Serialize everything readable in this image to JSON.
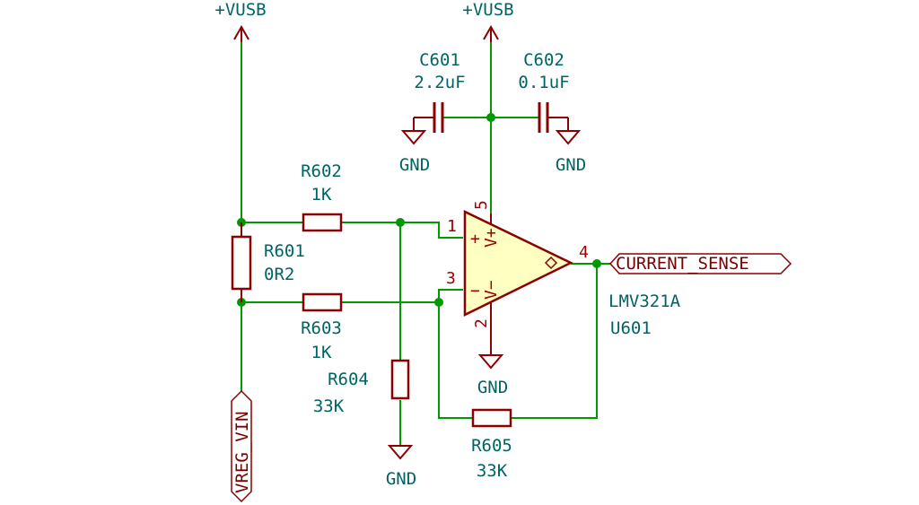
{
  "power": {
    "vusb_left": "+VUSB",
    "vusb_top": "+VUSB",
    "gnd_c601": "GND",
    "gnd_c602": "GND",
    "gnd_u601": "GND",
    "gnd_r604": "GND"
  },
  "components": {
    "c601": {
      "ref": "C601",
      "value": "2.2uF"
    },
    "c602": {
      "ref": "C602",
      "value": "0.1uF"
    },
    "r601": {
      "ref": "R601",
      "value": "0R2"
    },
    "r602": {
      "ref": "R602",
      "value": "1K"
    },
    "r603": {
      "ref": "R603",
      "value": "1K"
    },
    "r604": {
      "ref": "R604",
      "value": "33K"
    },
    "r605": {
      "ref": "R605",
      "value": "33K"
    },
    "u601": {
      "part": "LMV321A",
      "ref": "U601"
    }
  },
  "pins": {
    "in_plus": "1",
    "in_minus": "3",
    "out": "4",
    "vplus": "5",
    "vminus": "2",
    "plus_sign": "+",
    "minus_sign": "−",
    "vplus_name": "V+",
    "vminus_name": "V−"
  },
  "net_labels": {
    "current_sense": "CURRENT_SENSE",
    "vreg_vin": "VREG_VIN"
  },
  "colors": {
    "wire": "#009900",
    "device_outline": "#8b0000",
    "device_fill": "#ffffc2",
    "label_text": "#006464",
    "pin_number": "#a00000"
  }
}
